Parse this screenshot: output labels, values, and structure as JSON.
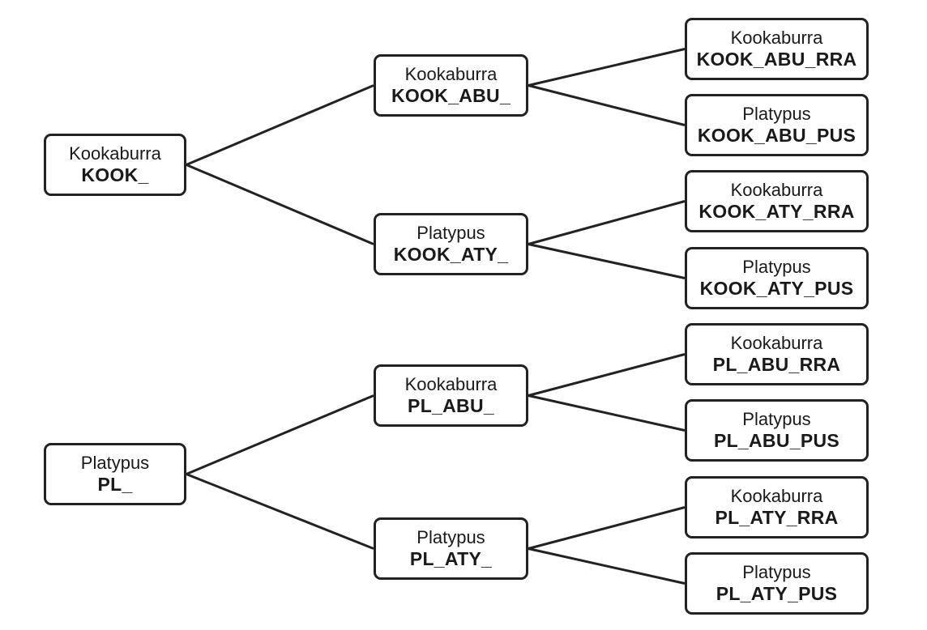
{
  "tree": {
    "roots": [
      {
        "id": "kook",
        "animal": "Kookaburra",
        "code": "KOOK_",
        "children": [
          {
            "id": "kook-abu",
            "animal": "Kookaburra",
            "code": "KOOK_ABU_",
            "children": [
              {
                "id": "kook-abu-rra",
                "animal": "Kookaburra",
                "code": "KOOK_ABU_RRA"
              },
              {
                "id": "kook-abu-pus",
                "animal": "Platypus",
                "code": "KOOK_ABU_PUS"
              }
            ]
          },
          {
            "id": "kook-aty",
            "animal": "Platypus",
            "code": "KOOK_ATY_",
            "children": [
              {
                "id": "kook-aty-rra",
                "animal": "Kookaburra",
                "code": "KOOK_ATY_RRA"
              },
              {
                "id": "kook-aty-pus",
                "animal": "Platypus",
                "code": "KOOK_ATY_PUS"
              }
            ]
          }
        ]
      },
      {
        "id": "pl",
        "animal": "Platypus",
        "code": "PL_",
        "children": [
          {
            "id": "pl-abu",
            "animal": "Kookaburra",
            "code": "PL_ABU_",
            "children": [
              {
                "id": "pl-abu-rra",
                "animal": "Kookaburra",
                "code": "PL_ABU_RRA"
              },
              {
                "id": "pl-abu-pus",
                "animal": "Platypus",
                "code": "PL_ABU_PUS"
              }
            ]
          },
          {
            "id": "pl-aty",
            "animal": "Platypus",
            "code": "PL_ATY_",
            "children": [
              {
                "id": "pl-aty-rra",
                "animal": "Kookaburra",
                "code": "PL_ATY_RRA"
              },
              {
                "id": "pl-aty-pus",
                "animal": "Platypus",
                "code": "PL_ATY_PUS"
              }
            ]
          }
        ]
      }
    ]
  },
  "colors": {
    "stroke": "#222222",
    "background": "#ffffff",
    "text": "#1a1a1a"
  }
}
